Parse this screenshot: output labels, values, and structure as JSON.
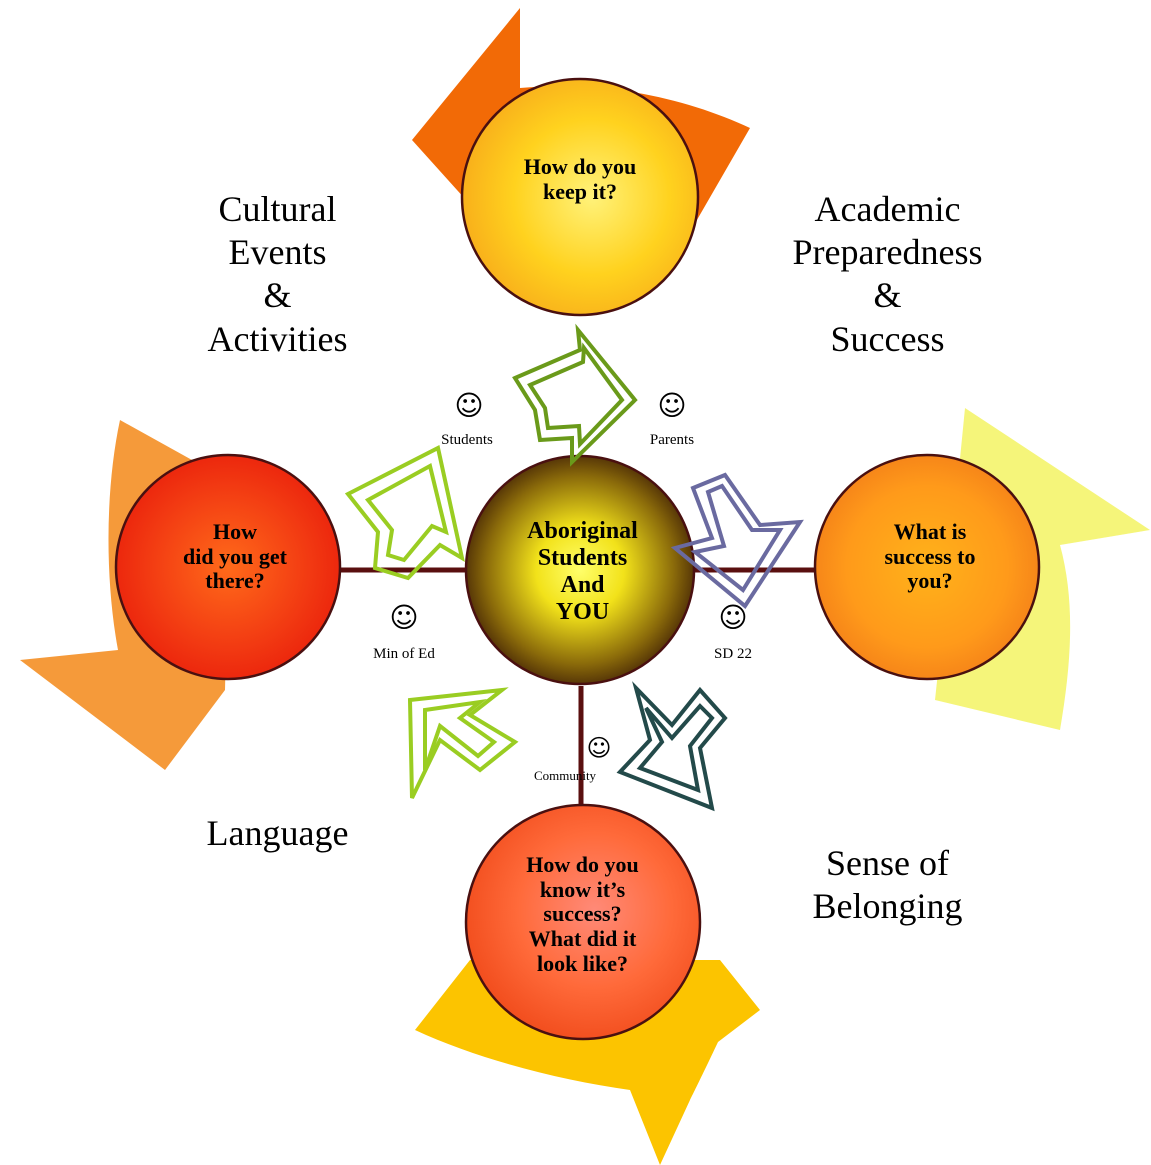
{
  "colors": {
    "connector": "#5a0f0f",
    "circle_outline": "#4a1010",
    "top_wedge": "#f26a06",
    "left_wedge": "#f59a3a",
    "right_wedge": "#f5f57a",
    "bottom_wedge": "#fcc400",
    "arrow_green_dark": "#6a9a1a",
    "arrow_green_light": "#9acd22",
    "arrow_slate": "#6a6aa0",
    "arrow_teal_dark": "#234a4a"
  },
  "center": {
    "label": "Aboriginal\nStudents\nAnd\nYOU"
  },
  "circles": {
    "top": "How do you\nkeep it?",
    "left": "How\ndid you get\nthere?",
    "right": "What is\nsuccess to\nyou?",
    "bottom": "How do you\nknow it’s\nsuccess?\nWhat did it\nlook like?"
  },
  "corners": {
    "top_left": "Cultural\nEvents\n&\nActivities",
    "top_right": "Academic\nPreparedness\n&\nSuccess",
    "bottom_left": "Language",
    "bottom_right": "Sense of\nBelonging"
  },
  "stakeholders": {
    "icon": "☺",
    "icon_name": "smiley-face-icon",
    "students": "Students",
    "parents": "Parents",
    "min_of_ed": "Min of Ed",
    "sd22": "SD 22",
    "community": "Community"
  }
}
